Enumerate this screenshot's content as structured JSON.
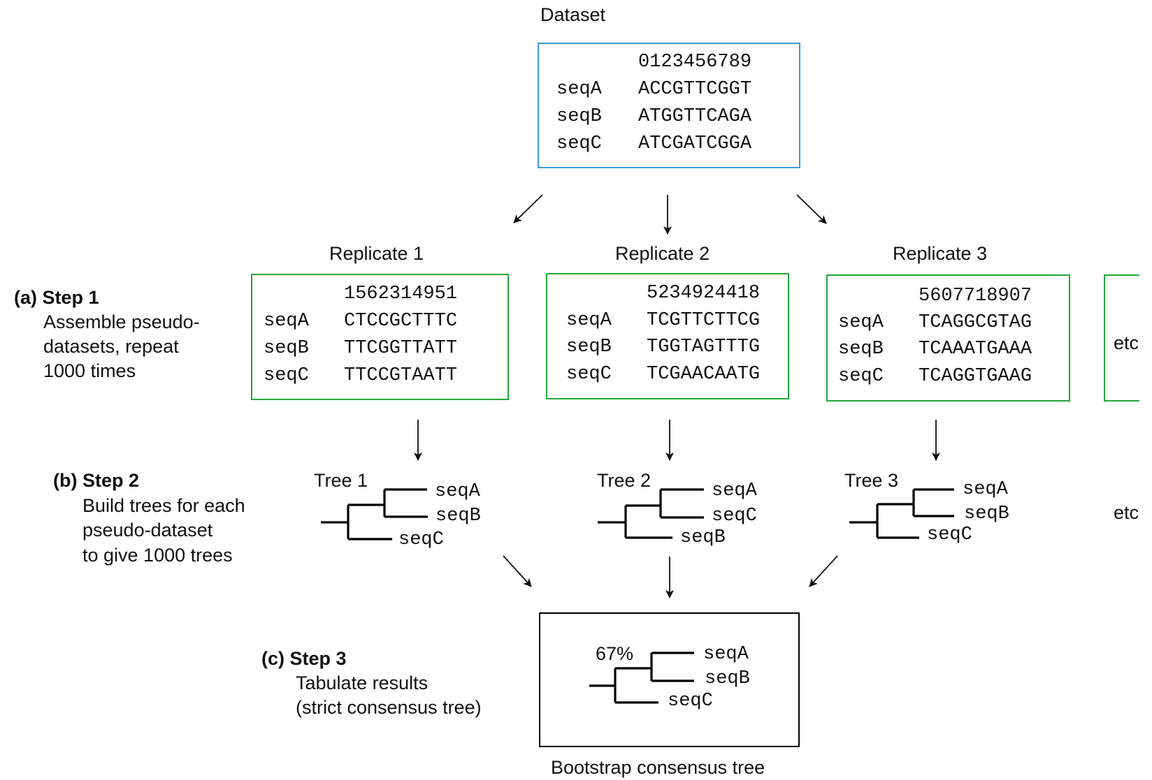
{
  "dataset": {
    "title": "Dataset",
    "header": "0123456789",
    "rows": [
      {
        "name": "seqA",
        "seq": "ACCGTTCGGT"
      },
      {
        "name": "seqB",
        "seq": "ATGGTTCAGA"
      },
      {
        "name": "seqC",
        "seq": "ATCGATCGGA"
      }
    ],
    "border_color": "#3a9ad9"
  },
  "replicates": [
    {
      "title": "Replicate 1",
      "header": "1562314951",
      "rows": [
        {
          "name": "seqA",
          "seq": "CTCCGCTTTC"
        },
        {
          "name": "seqB",
          "seq": "TTCGGTTATT"
        },
        {
          "name": "seqC",
          "seq": "TTCCGTAATT"
        }
      ]
    },
    {
      "title": "Replicate 2",
      "header": "5234924418",
      "rows": [
        {
          "name": "seqA",
          "seq": "TCGTTCTTCG"
        },
        {
          "name": "seqB",
          "seq": "TGGTAGTTTG"
        },
        {
          "name": "seqC",
          "seq": "TCGAACAATG"
        }
      ]
    },
    {
      "title": "Replicate 3",
      "header": "5607718907",
      "rows": [
        {
          "name": "seqA",
          "seq": "TCAGGCGTAG"
        },
        {
          "name": "seqB",
          "seq": "TCAAATGAAA"
        },
        {
          "name": "seqC",
          "seq": "TCAGGTGAAG"
        }
      ]
    }
  ],
  "replicate_border_color": "#22a83a",
  "etc_label": "etc",
  "trees": [
    {
      "title": "Tree 1",
      "leaves": [
        "seqA",
        "seqB",
        "seqC"
      ]
    },
    {
      "title": "Tree 2",
      "leaves": [
        "seqA",
        "seqC",
        "seqB"
      ]
    },
    {
      "title": "Tree 3",
      "leaves": [
        "seqA",
        "seqB",
        "seqC"
      ]
    }
  ],
  "consensus": {
    "support": "67%",
    "leaves": [
      "seqA",
      "seqB",
      "seqC"
    ],
    "caption": "Bootstrap consensus tree"
  },
  "steps": [
    {
      "tag": "(a) Step 1",
      "lines": [
        "Assemble pseudo-",
        "datasets, repeat",
        "1000 times"
      ]
    },
    {
      "tag": "(b) Step 2",
      "lines": [
        "Build trees for each",
        "pseudo-dataset",
        "to give 1000 trees"
      ]
    },
    {
      "tag": "(c) Step 3",
      "lines": [
        "Tabulate results",
        "(strict consensus tree)"
      ]
    }
  ]
}
